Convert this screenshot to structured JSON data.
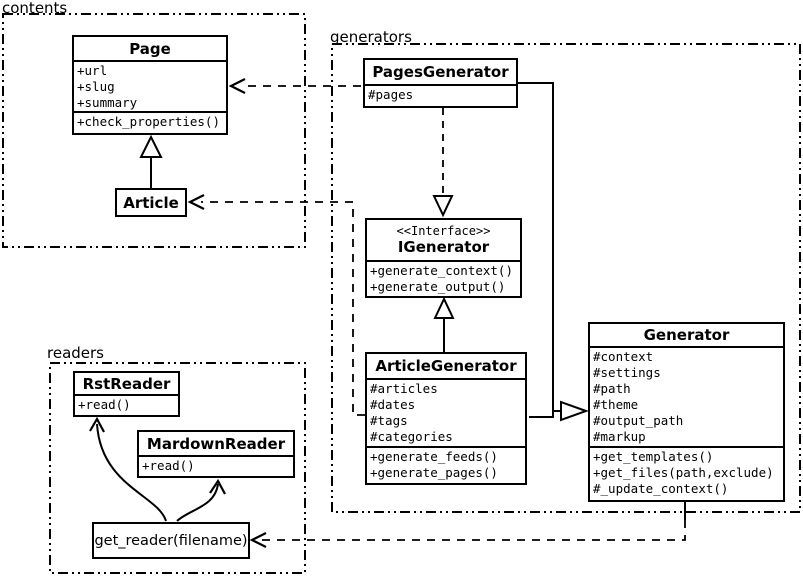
{
  "diagram": {
    "colors": {
      "ink": "#000000",
      "paper": "#ffffff"
    },
    "packages": [
      {
        "label": "contents"
      },
      {
        "label": "generators"
      },
      {
        "label": "readers"
      }
    ],
    "classes": {
      "page": {
        "name": "Page",
        "attributes": [
          "+url",
          "+slug",
          "+summary"
        ],
        "methods": [
          "+check_properties()"
        ]
      },
      "article": {
        "name": "Article"
      },
      "pages_generator": {
        "name": "PagesGenerator",
        "attributes": [
          "#pages"
        ]
      },
      "igenerator": {
        "stereotype": "<<Interface>>",
        "name": "IGenerator",
        "methods": [
          "+generate_context()",
          "+generate_output()"
        ]
      },
      "article_generator": {
        "name": "ArticleGenerator",
        "attributes": [
          "#articles",
          "#dates",
          "#tags",
          "#categories"
        ],
        "methods": [
          "+generate_feeds()",
          "+generate_pages()"
        ]
      },
      "generator": {
        "name": "Generator",
        "attributes": [
          "#context",
          "#settings",
          "#path",
          "#theme",
          "#output_path",
          "#markup"
        ],
        "methods": [
          "+get_templates()",
          "+get_files(path,exclude)",
          "#_update_context()"
        ]
      },
      "rst_reader": {
        "name": "RstReader",
        "methods": [
          "+read()"
        ]
      },
      "mardown_reader": {
        "name": "MardownReader",
        "methods": [
          "+read()"
        ]
      },
      "get_reader": {
        "name": "get_reader(filename)"
      }
    }
  }
}
